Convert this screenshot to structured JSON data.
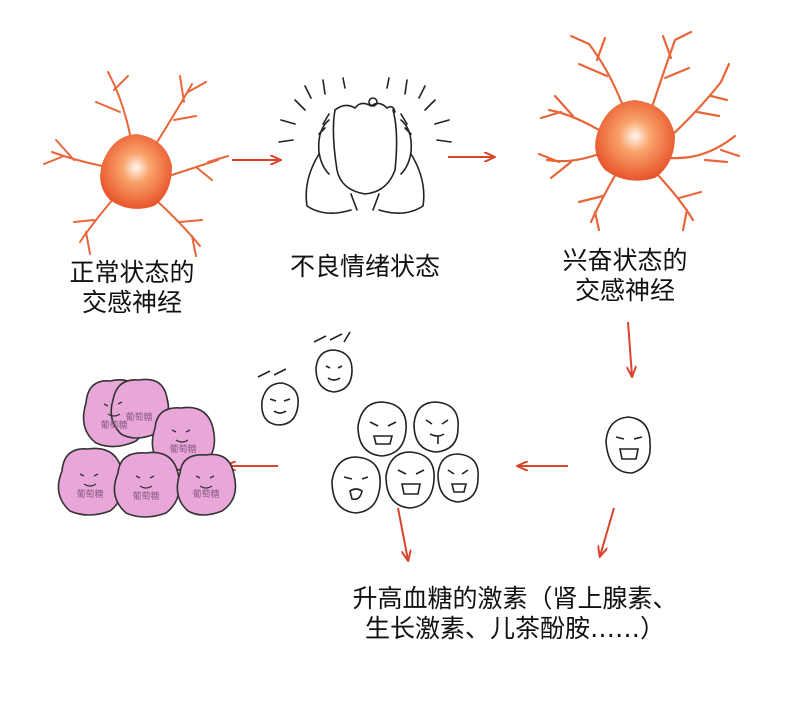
{
  "labels": {
    "normal_nerve": [
      "正常状态的",
      "交感神经"
    ],
    "bad_mood": "不良情绪状态",
    "excited_nerve": [
      "兴奋状态的",
      "交感神经"
    ],
    "hormones": [
      "升高血糖的激素（肾上腺素、",
      "生长激素、儿茶酚胺……）"
    ],
    "glucose_mark": "葡萄糖"
  },
  "colors": {
    "arrow": "#d9442e",
    "neuron_core": "#f0703c",
    "neuron_glow": "#fff3e6",
    "neuron_branch": "#e8663a",
    "glucose_fill": "#e9a6d8",
    "glucose_text": "#8a5c8a",
    "ink": "#222222"
  },
  "icons": [
    "neuron-icon",
    "stressed-person-icon",
    "hormone-face-icon",
    "glucose-blob-icon"
  ]
}
